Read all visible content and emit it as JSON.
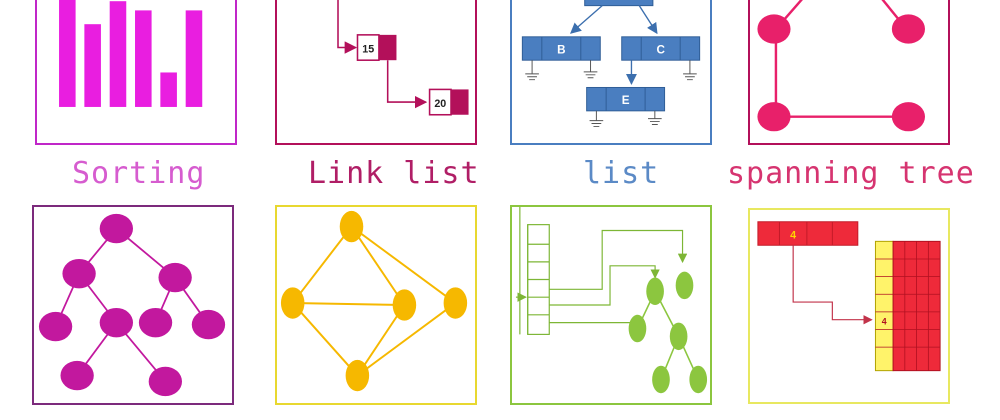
{
  "captions": {
    "sorting": "Sorting",
    "link_list": "Link list",
    "list": "list",
    "spanning_tree": "spanning tree"
  },
  "linked_list": {
    "node_a": "15",
    "node_b": "20"
  },
  "tree_list": {
    "node_b": "B",
    "node_c": "C",
    "node_e": "E"
  },
  "hash_table": {
    "bucket_value": "4",
    "cell_value": "4"
  },
  "sorting_chart": {
    "values": [
      100,
      72,
      92,
      84,
      30,
      84
    ]
  },
  "colors": {
    "magenta": "#e91ee0",
    "magenta_border": "#c026c8",
    "maroon": "#b3105a",
    "steel_blue": "#4a7ec0",
    "pink": "#e8206a",
    "purple": "#c2189e",
    "amber": "#f6b800",
    "yellow_border": "#e8e860",
    "green": "#8cc63f",
    "red": "#ee2a3a"
  }
}
